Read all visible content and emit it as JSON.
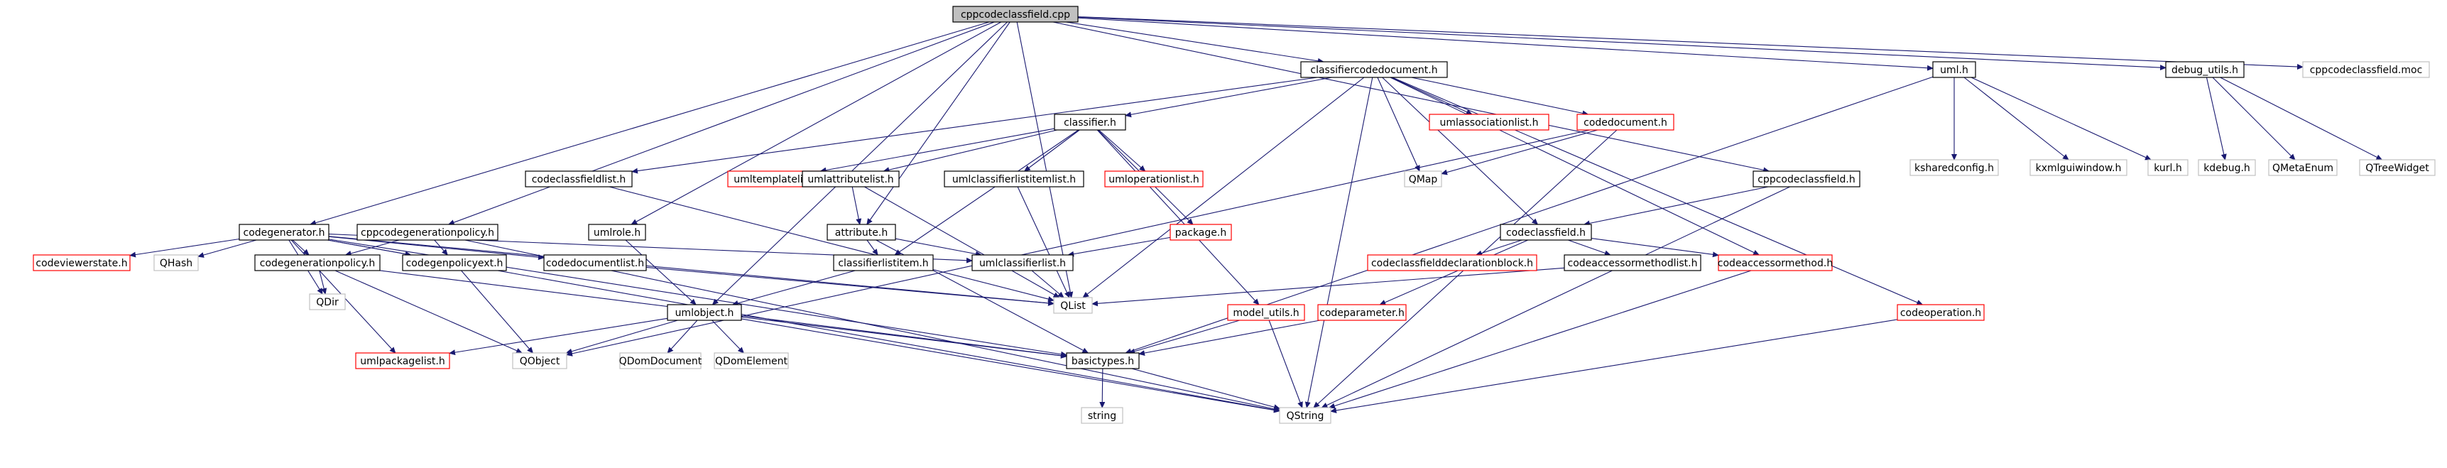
{
  "colors": {
    "edge": "#191970",
    "border_default": "#000000",
    "border_missing": "#ff0000",
    "border_external": "#c0c0c0",
    "fill_root": "#c0c0c0",
    "fill_default": "#ffffff"
  },
  "nodes": [
    {
      "id": "cppcodeclassfield_cpp",
      "label": "cppcodeclassfield.cpp",
      "kind": "root"
    },
    {
      "id": "classifiercodedocument_h",
      "label": "classifiercodedocument.h",
      "kind": "default"
    },
    {
      "id": "uml_h",
      "label": "uml.h",
      "kind": "default"
    },
    {
      "id": "debug_utils_h",
      "label": "debug_utils.h",
      "kind": "default"
    },
    {
      "id": "cppcodeclassfield_moc",
      "label": "cppcodeclassfield.moc",
      "kind": "external"
    },
    {
      "id": "classifier_h",
      "label": "classifier.h",
      "kind": "default"
    },
    {
      "id": "umlassociationlist_h",
      "label": "umlassociationlist.h",
      "kind": "missing"
    },
    {
      "id": "codedocument_h",
      "label": "codedocument.h",
      "kind": "missing"
    },
    {
      "id": "ksharedconfig_h",
      "label": "ksharedconfig.h",
      "kind": "external"
    },
    {
      "id": "kxmlguiwindow_h",
      "label": "kxmlguiwindow.h",
      "kind": "external"
    },
    {
      "id": "kurl_h",
      "label": "kurl.h",
      "kind": "external"
    },
    {
      "id": "kdebug_h",
      "label": "kdebug.h",
      "kind": "external"
    },
    {
      "id": "QMetaEnum",
      "label": "QMetaEnum",
      "kind": "external"
    },
    {
      "id": "QTreeWidget",
      "label": "QTreeWidget",
      "kind": "external"
    },
    {
      "id": "codeclassfieldlist_h",
      "label": "codeclassfieldlist.h",
      "kind": "default"
    },
    {
      "id": "umltemplatelist_h",
      "label": "umltemplatelist.h",
      "kind": "missing"
    },
    {
      "id": "umlattributelist_h",
      "label": "umlattributelist.h",
      "kind": "default"
    },
    {
      "id": "umlclassifierlistitemlist_h",
      "label": "umlclassifierlistitemlist.h",
      "kind": "default"
    },
    {
      "id": "umloperationlist_h",
      "label": "umloperationlist.h",
      "kind": "missing"
    },
    {
      "id": "QMap",
      "label": "QMap",
      "kind": "external"
    },
    {
      "id": "cppcodeclassfield_h",
      "label": "cppcodeclassfield.h",
      "kind": "default"
    },
    {
      "id": "codegenerator_h",
      "label": "codegenerator.h",
      "kind": "default"
    },
    {
      "id": "cppcodegenerationpolicy_h",
      "label": "cppcodegenerationpolicy.h",
      "kind": "default"
    },
    {
      "id": "umlrole_h",
      "label": "umlrole.h",
      "kind": "default"
    },
    {
      "id": "attribute_h",
      "label": "attribute.h",
      "kind": "default"
    },
    {
      "id": "package_h",
      "label": "package.h",
      "kind": "missing"
    },
    {
      "id": "codeclassfield_h",
      "label": "codeclassfield.h",
      "kind": "default"
    },
    {
      "id": "codeviewerstate_h",
      "label": "codeviewerstate.h",
      "kind": "missing"
    },
    {
      "id": "QHash",
      "label": "QHash",
      "kind": "external"
    },
    {
      "id": "codegenerationpolicy_h",
      "label": "codegenerationpolicy.h",
      "kind": "default"
    },
    {
      "id": "codegenpolicyext_h",
      "label": "codegenpolicyext.h",
      "kind": "default"
    },
    {
      "id": "codedocumentlist_h",
      "label": "codedocumentlist.h",
      "kind": "default"
    },
    {
      "id": "classifierlistitem_h",
      "label": "classifierlistitem.h",
      "kind": "default"
    },
    {
      "id": "umlclassifierlist_h",
      "label": "umlclassifierlist.h",
      "kind": "default"
    },
    {
      "id": "codeclassfielddeclarationblock_h",
      "label": "codeclassfielddeclarationblock.h",
      "kind": "missing"
    },
    {
      "id": "codeaccessormethodlist_h",
      "label": "codeaccessormethodlist.h",
      "kind": "default"
    },
    {
      "id": "codeaccessormethod_h",
      "label": "codeaccessormethod.h",
      "kind": "missing"
    },
    {
      "id": "QDir",
      "label": "QDir",
      "kind": "external"
    },
    {
      "id": "QList",
      "label": "QList",
      "kind": "external"
    },
    {
      "id": "umlobject_h",
      "label": "umlobject.h",
      "kind": "default"
    },
    {
      "id": "model_utils_h",
      "label": "model_utils.h",
      "kind": "missing"
    },
    {
      "id": "codeparameter_h",
      "label": "codeparameter.h",
      "kind": "missing"
    },
    {
      "id": "codeoperation_h",
      "label": "codeoperation.h",
      "kind": "missing"
    },
    {
      "id": "umlpackagelist_h",
      "label": "umlpackagelist.h",
      "kind": "missing"
    },
    {
      "id": "QObject",
      "label": "QObject",
      "kind": "external"
    },
    {
      "id": "QDomDocument",
      "label": "QDomDocument",
      "kind": "external"
    },
    {
      "id": "QDomElement",
      "label": "QDomElement",
      "kind": "external"
    },
    {
      "id": "basictypes_h",
      "label": "basictypes.h",
      "kind": "default"
    },
    {
      "id": "string",
      "label": "string",
      "kind": "external"
    },
    {
      "id": "QString",
      "label": "QString",
      "kind": "external"
    }
  ],
  "edges": [
    [
      "cppcodeclassfield_cpp",
      "classifiercodedocument_h"
    ],
    [
      "cppcodeclassfield_cpp",
      "uml_h"
    ],
    [
      "cppcodeclassfield_cpp",
      "debug_utils_h"
    ],
    [
      "cppcodeclassfield_cpp",
      "cppcodeclassfield_moc"
    ],
    [
      "cppcodeclassfield_cpp",
      "cppcodeclassfield_h"
    ],
    [
      "cppcodeclassfield_cpp",
      "codegenerator_h"
    ],
    [
      "cppcodeclassfield_cpp",
      "cppcodegenerationpolicy_h"
    ],
    [
      "cppcodeclassfield_cpp",
      "umlrole_h"
    ],
    [
      "cppcodeclassfield_cpp",
      "umlobject_h"
    ],
    [
      "cppcodeclassfield_cpp",
      "attribute_h"
    ],
    [
      "cppcodeclassfield_cpp",
      "QList"
    ],
    [
      "classifiercodedocument_h",
      "classifier_h"
    ],
    [
      "classifiercodedocument_h",
      "umlassociationlist_h"
    ],
    [
      "classifiercodedocument_h",
      "codedocument_h"
    ],
    [
      "classifiercodedocument_h",
      "codeclassfieldlist_h"
    ],
    [
      "classifiercodedocument_h",
      "QMap"
    ],
    [
      "classifiercodedocument_h",
      "codeclassfield_h"
    ],
    [
      "classifiercodedocument_h",
      "codeaccessormethod_h"
    ],
    [
      "classifiercodedocument_h",
      "codeoperation_h"
    ],
    [
      "classifiercodedocument_h",
      "QString"
    ],
    [
      "classifiercodedocument_h",
      "QList"
    ],
    [
      "uml_h",
      "ksharedconfig_h"
    ],
    [
      "uml_h",
      "kxmlguiwindow_h"
    ],
    [
      "uml_h",
      "kurl_h"
    ],
    [
      "uml_h",
      "basictypes_h"
    ],
    [
      "debug_utils_h",
      "kdebug_h"
    ],
    [
      "debug_utils_h",
      "QMetaEnum"
    ],
    [
      "debug_utils_h",
      "QTreeWidget"
    ],
    [
      "classifier_h",
      "umltemplatelist_h"
    ],
    [
      "classifier_h",
      "umlattributelist_h"
    ],
    [
      "classifier_h",
      "umlclassifierlistitemlist_h"
    ],
    [
      "classifier_h",
      "umloperationlist_h"
    ],
    [
      "classifier_h",
      "package_h"
    ],
    [
      "classifier_h",
      "classifierlistitem_h"
    ],
    [
      "classifier_h",
      "model_utils_h"
    ],
    [
      "codedocument_h",
      "QMap"
    ],
    [
      "codedocument_h",
      "QObject"
    ],
    [
      "codedocument_h",
      "QString"
    ],
    [
      "codeclassfieldlist_h",
      "QList"
    ],
    [
      "umlattributelist_h",
      "attribute_h"
    ],
    [
      "umlattributelist_h",
      "QList"
    ],
    [
      "umlclassifierlistitemlist_h",
      "QList"
    ],
    [
      "cppcodeclassfield_h",
      "codeclassfield_h"
    ],
    [
      "cppcodeclassfield_h",
      "QString"
    ],
    [
      "codegenerator_h",
      "codeviewerstate_h"
    ],
    [
      "codegenerator_h",
      "QHash"
    ],
    [
      "codegenerator_h",
      "codegenerationpolicy_h"
    ],
    [
      "codegenerator_h",
      "codegenpolicyext_h"
    ],
    [
      "codegenerator_h",
      "codedocumentlist_h"
    ],
    [
      "codegenerator_h",
      "umlclassifierlist_h"
    ],
    [
      "codegenerator_h",
      "umlpackagelist_h"
    ],
    [
      "codegenerator_h",
      "QDir"
    ],
    [
      "codegenerator_h",
      "QList"
    ],
    [
      "codegenerator_h",
      "QString"
    ],
    [
      "codegenerator_h",
      "basictypes_h"
    ],
    [
      "cppcodegenerationpolicy_h",
      "codegenerationpolicy_h"
    ],
    [
      "cppcodegenerationpolicy_h",
      "codegenpolicyext_h"
    ],
    [
      "cppcodegenerationpolicy_h",
      "QString"
    ],
    [
      "umlrole_h",
      "umlobject_h"
    ],
    [
      "attribute_h",
      "classifierlistitem_h"
    ],
    [
      "attribute_h",
      "umlclassifierlist_h"
    ],
    [
      "attribute_h",
      "basictypes_h"
    ],
    [
      "package_h",
      "umlclassifierlist_h"
    ],
    [
      "codeclassfield_h",
      "codeclassfielddeclarationblock_h"
    ],
    [
      "codeclassfield_h",
      "codeaccessormethodlist_h"
    ],
    [
      "codeclassfield_h",
      "codeaccessormethod_h"
    ],
    [
      "codeclassfield_h",
      "codeparameter_h"
    ],
    [
      "codegenerationpolicy_h",
      "QDir"
    ],
    [
      "codegenerationpolicy_h",
      "QObject"
    ],
    [
      "codegenerationpolicy_h",
      "basictypes_h"
    ],
    [
      "codegenpolicyext_h",
      "QObject"
    ],
    [
      "codedocumentlist_h",
      "QList"
    ],
    [
      "classifierlistitem_h",
      "umlobject_h"
    ],
    [
      "umlclassifierlist_h",
      "QList"
    ],
    [
      "codeaccessormethodlist_h",
      "QList"
    ],
    [
      "codeaccessormethod_h",
      "QString"
    ],
    [
      "umlobject_h",
      "umlpackagelist_h"
    ],
    [
      "umlobject_h",
      "QObject"
    ],
    [
      "umlobject_h",
      "QDomDocument"
    ],
    [
      "umlobject_h",
      "QDomElement"
    ],
    [
      "umlobject_h",
      "basictypes_h"
    ],
    [
      "umlobject_h",
      "QString"
    ],
    [
      "model_utils_h",
      "basictypes_h"
    ],
    [
      "model_utils_h",
      "QString"
    ],
    [
      "codeparameter_h",
      "basictypes_h"
    ],
    [
      "codeoperation_h",
      "QString"
    ],
    [
      "basictypes_h",
      "string"
    ],
    [
      "basictypes_h",
      "QString"
    ]
  ]
}
